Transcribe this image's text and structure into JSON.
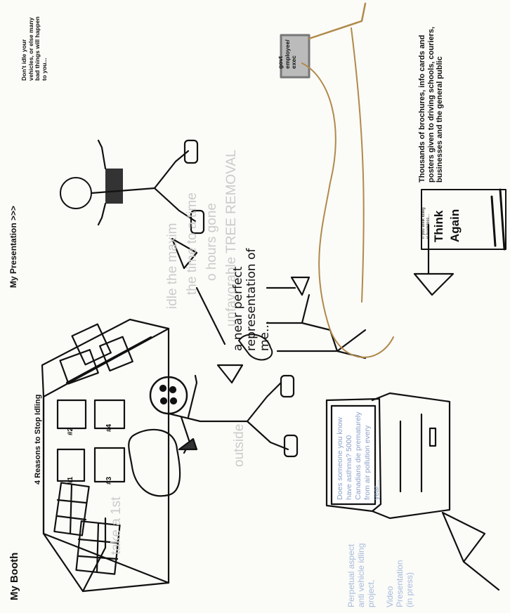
{
  "labels": {
    "my_booth": "My Booth",
    "my_presentation": "My Presentation >>>",
    "reasons_title": "4 Reasons to Stop Idling",
    "window_numbers": [
      "#1",
      "#2",
      "#3",
      "#4"
    ],
    "near_perfect": "a near perfect representation of me...",
    "dont_idle": "Don't idle your vehicles, or else many bad things will happen to you...",
    "govt": "govt employee/ exec",
    "thousands": "Thousands of brochures, info cards and posters given to driving schools, couriers, businesses and the general public",
    "think": "Think",
    "again": "Again",
    "think_small": "If you think idling is harmless...",
    "screen": "Does someone you know have asthma? 5000 Canadians die prematurely from air pollution every year...",
    "perpetual": "Perpetual aspect anti vehicle idling project,",
    "video": "Video Presentation (in press)"
  },
  "bleed_through": {
    "lines": [
      "idle the maxim",
      "the time to a time",
      "o hours gone",
      "unfavorable TREE REMOVAL",
      "outside",
      "take a 1st"
    ]
  }
}
